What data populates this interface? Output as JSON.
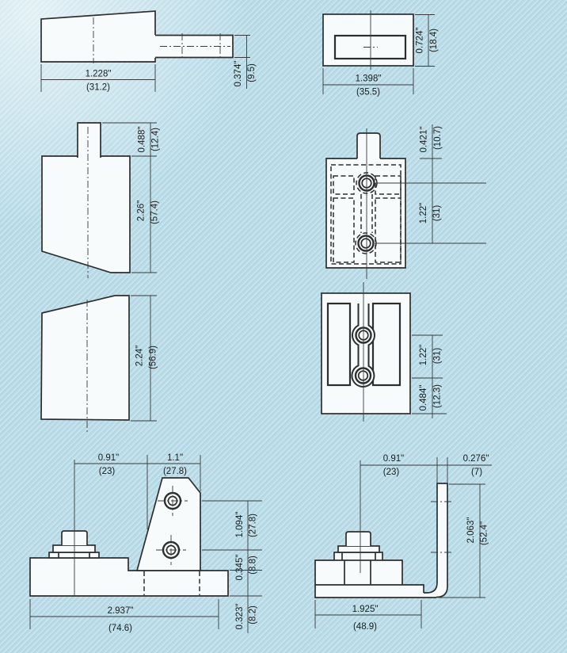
{
  "drawing": {
    "bg_color": "#b9dce8",
    "shape_fill": "#f7fbfc",
    "line_color": "#2e2e2e",
    "views": {
      "pin_side": {
        "len_in": "1.228\"",
        "len_mm": "(31.2)",
        "dia_in": "0.374\"",
        "dia_mm": "(9.5)"
      },
      "pin_top": {
        "w_in": "1.398\"",
        "w_mm": "(35.5)",
        "h_in": "0.724\"",
        "h_mm": "(18.4)"
      },
      "body_front": {
        "pin_in": "0.488\"",
        "pin_mm": "(12.4)",
        "h_in": "2.26\"",
        "h_mm": "(57.4)"
      },
      "body_plan": {
        "off_in": "0.421\"",
        "off_mm": "(10.7)",
        "pitch_in": "1.22\"",
        "pitch_mm": "(31)"
      },
      "body_side": {
        "h_in": "2.24\"",
        "h_mm": "(56.9)"
      },
      "body_bottom": {
        "pitch_in": "1.22\"",
        "pitch_mm": "(31)",
        "edge_in": "0.484\"",
        "edge_mm": "(12.3)"
      },
      "bracket_front": {
        "a_in": "0.91\"",
        "a_mm": "(23)",
        "b_in": "1.1\"",
        "b_mm": "(27.8)",
        "c_in": "1.094\"",
        "c_mm": "(27.8)",
        "d_in": "0.345\"",
        "d_mm": "(8.8)",
        "e_in": "2.937\"",
        "e_mm": "(74.6)",
        "f_in": "0.323\"",
        "f_mm": "(8.2)"
      },
      "bracket_side": {
        "a_in": "0.91\"",
        "a_mm": "(23)",
        "b_in": "0.276\"",
        "b_mm": "(7)",
        "c_in": "2.063\"",
        "c_mm": "(52.4\"",
        "d_in": "1.925\"",
        "d_mm": "(48.9)"
      }
    }
  }
}
